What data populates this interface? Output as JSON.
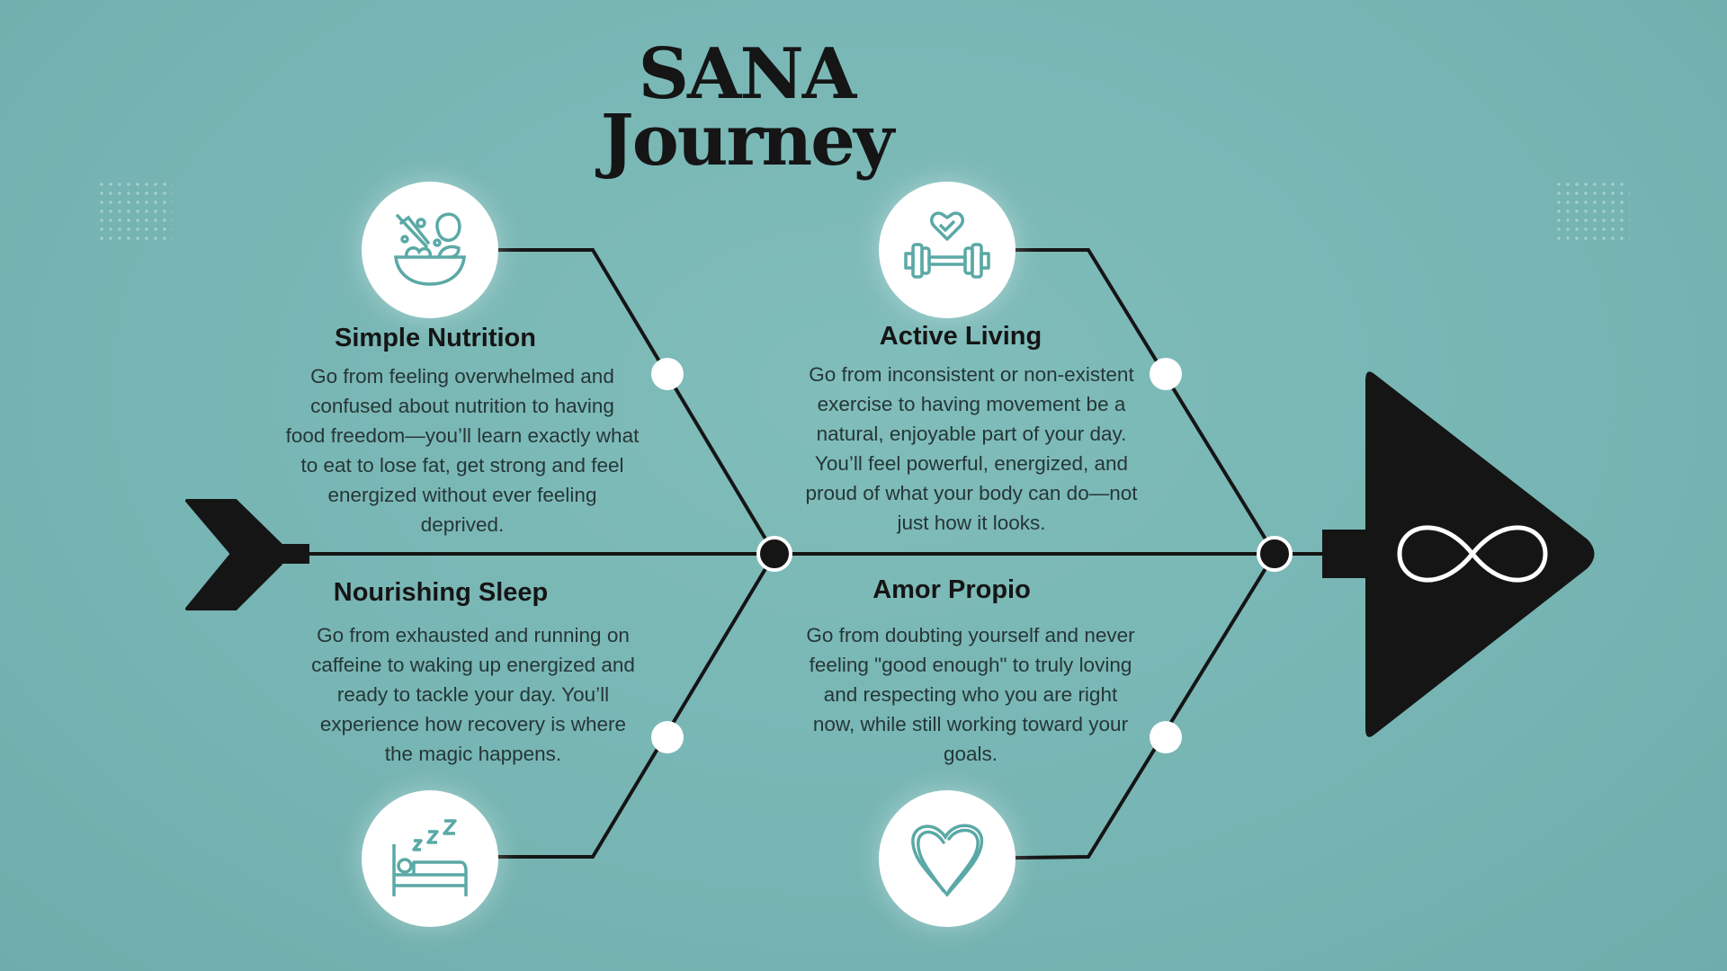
{
  "title": {
    "line1": "SANA",
    "line2": "Journey"
  },
  "colors": {
    "background": "#78b7b5",
    "ink": "#151515",
    "icon": "#5aa9a6",
    "white": "#ffffff"
  },
  "branches": [
    {
      "title": "Simple Nutrition",
      "icon": "salad-bowl-icon",
      "lines": [
        "Go from feeling overwhelmed and",
        "confused about nutrition to having",
        "food freedom—you’ll learn exactly what",
        "to eat to lose fat, get strong and feel",
        "energized without ever feeling",
        "deprived."
      ]
    },
    {
      "title": "Active Living",
      "icon": "dumbbell-heart-icon",
      "lines": [
        "Go from inconsistent or non-existent",
        "exercise to having movement be a",
        "natural, enjoyable part of your day.",
        "You’ll feel powerful, energized, and",
        "proud of what your body can do—not",
        "just how it looks."
      ]
    },
    {
      "title": "Nourishing Sleep",
      "icon": "sleeping-bed-icon",
      "lines": [
        "Go from exhausted and running on",
        "caffeine to waking up energized and",
        "ready to tackle your day. You’ll",
        "experience how recovery is where",
        "the magic happens."
      ]
    },
    {
      "title": "Amor Propio",
      "icon": "heart-icon",
      "lines": [
        "Go from doubting yourself and never",
        "feeling \"good enough\" to truly loving",
        "and respecting who you are right",
        "now, while still working toward your",
        "goals."
      ]
    }
  ],
  "head": {
    "icon": "infinity-icon"
  }
}
